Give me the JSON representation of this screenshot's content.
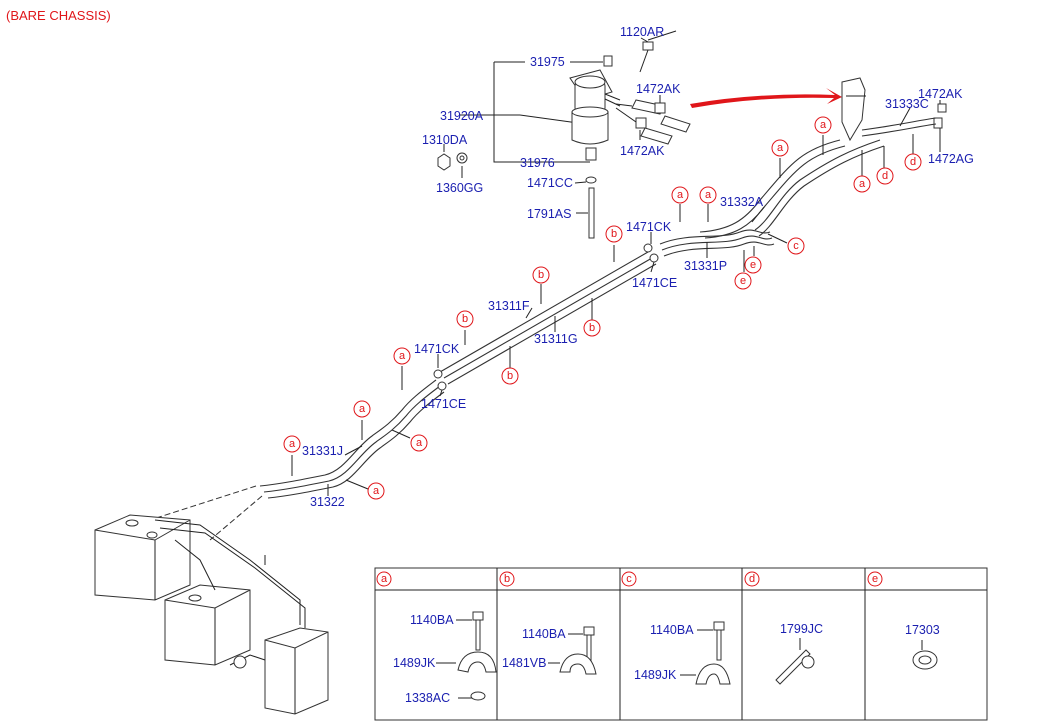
{
  "header": {
    "title": "(BARE CHASSIS)"
  },
  "labels": {
    "p1120AR": "1120AR",
    "p31975": "31975",
    "p31920A": "31920A",
    "p1310DA": "1310DA",
    "p1360GG": "1360GG",
    "p31976": "31976",
    "p1471CC": "1471CC",
    "p1791AS": "1791AS",
    "p1472AK_top": "1472AK",
    "p1472AK_mid": "1472AK",
    "p1472AK_right": "1472AK",
    "p31333C": "31333C",
    "p1472AG": "1472AG",
    "p31332A": "31332A",
    "p1471CK_right": "1471CK",
    "p31331P": "31331P",
    "p1471CE_right": "1471CE",
    "p31311F": "31311F",
    "p31311G": "31311G",
    "p1471CK_left": "1471CK",
    "p1471CE_left": "1471CE",
    "p31331J": "31331J",
    "p31322": "31322"
  },
  "callouts": {
    "a": "a",
    "b": "b",
    "c": "c",
    "d": "d",
    "e": "e"
  },
  "legend": {
    "a": {
      "letter": "a",
      "parts": [
        "1140BA",
        "1489JK",
        "1338AC"
      ]
    },
    "b": {
      "letter": "b",
      "parts": [
        "1140BA",
        "1481VB"
      ]
    },
    "c": {
      "letter": "c",
      "parts": [
        "1140BA",
        "1489JK"
      ]
    },
    "d": {
      "letter": "d",
      "parts": [
        "1799JC"
      ]
    },
    "e": {
      "letter": "e",
      "parts": [
        "17303"
      ]
    }
  },
  "colors": {
    "label": "#1a1fb0",
    "callout": "#e0161a",
    "arrow": "#e0161a",
    "line": "#222222"
  }
}
